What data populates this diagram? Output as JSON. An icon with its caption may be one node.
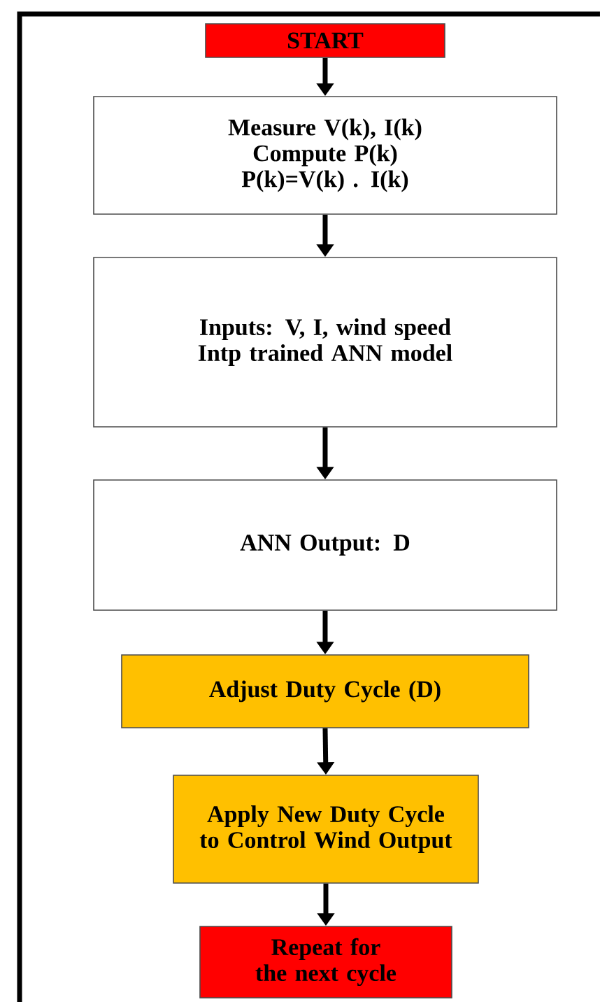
{
  "diagram": {
    "nodes": [
      {
        "text": [
          "START"
        ]
      },
      {
        "text": [
          "Measure V(k), I(k)",
          "Compute P(k)",
          "P(k)=V(k) . I(k)"
        ]
      },
      {
        "text": [
          "Inputs: V, I, wind speed",
          "Intp trained ANN model"
        ]
      },
      {
        "text": [
          "ANN Output: D"
        ]
      },
      {
        "text": [
          "Adjust Duty Cycle (D)"
        ]
      },
      {
        "text": [
          "Apply New Duty Cycle to Control Wind Output"
        ]
      },
      {
        "text": [
          "Repeat for the next cycle"
        ]
      }
    ],
    "edges": [
      {
        "from": 0,
        "to": 1,
        "arrow": "to"
      },
      {
        "from": 1,
        "to": 2,
        "arrow": "to"
      },
      {
        "from": 2,
        "to": 3,
        "arrow": "to"
      },
      {
        "from": 3,
        "to": 4,
        "arrow": "to"
      },
      {
        "from": 4,
        "to": 5,
        "arrow": "to"
      },
      {
        "from": 5,
        "to": 6,
        "arrow": "to"
      }
    ]
  }
}
